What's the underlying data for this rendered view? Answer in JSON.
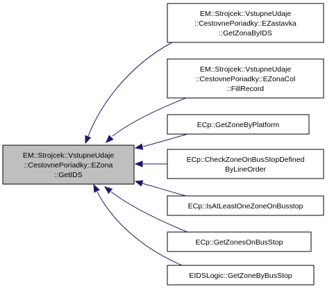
{
  "colors": {
    "focus_fill": "#bfbfbf",
    "node_fill": "#ffffff",
    "border": "#000000",
    "edge": "#191970"
  },
  "focus": {
    "lines": [
      "EM::Strojcek::VstupneUdaje",
      "::CestovnePoriadky::EZona",
      "::GetIDS"
    ]
  },
  "callers": [
    {
      "lines": [
        "EM::Strojcek::VstupneUdaje",
        "::CestovnePoriadky::EZastavka",
        "::GetZonaByIDS"
      ]
    },
    {
      "lines": [
        "EM::Strojcek::VstupneUdaje",
        "::CestovnePoriadky::EZonaCol",
        "::FillRecord"
      ]
    },
    {
      "lines": [
        "ECp::GetZoneByPlatform"
      ]
    },
    {
      "lines": [
        "ECp::CheckZoneOnBusStopDefined",
        "ByLineOrder"
      ]
    },
    {
      "lines": [
        "ECp::IsAtLeastOneZoneOnBusstop"
      ]
    },
    {
      "lines": [
        "ECp::GetZonesOnBusStop"
      ]
    },
    {
      "lines": [
        "EIDSLogic::GetZoneByBusStop"
      ]
    }
  ]
}
